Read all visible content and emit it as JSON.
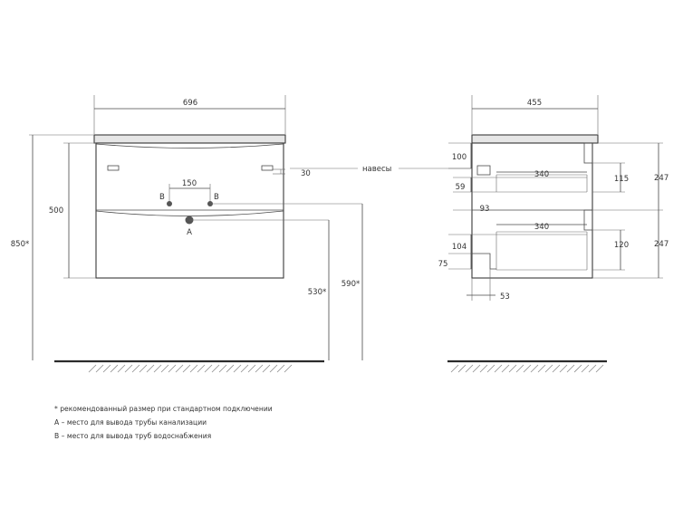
{
  "colors": {
    "line": "#4a4a4a",
    "text": "#333333",
    "floor": "#2b2b2b",
    "countertop": "#e6e6e6"
  },
  "front": {
    "width": "696",
    "label_150": "150",
    "b_left": "B",
    "b_right": "B",
    "a_label": "A",
    "label_30": "30",
    "navesy": "навесы",
    "h_500": "500",
    "h_850": "850*",
    "h_530": "530*",
    "h_590": "590*"
  },
  "side": {
    "width": "455",
    "d_100": "100",
    "d_340_top": "340",
    "d_59": "59",
    "d_115": "115",
    "d_247_top": "247",
    "d_93": "93",
    "d_340_bottom": "340",
    "d_104": "104",
    "d_120": "120",
    "d_247_bottom": "247",
    "d_75": "75",
    "d_53": "53"
  },
  "notes": [
    "* рекомендованный размер при стандартном подключении",
    "А – место для вывода трубы канализации",
    "В – место для вывода труб водоснабжения"
  ]
}
